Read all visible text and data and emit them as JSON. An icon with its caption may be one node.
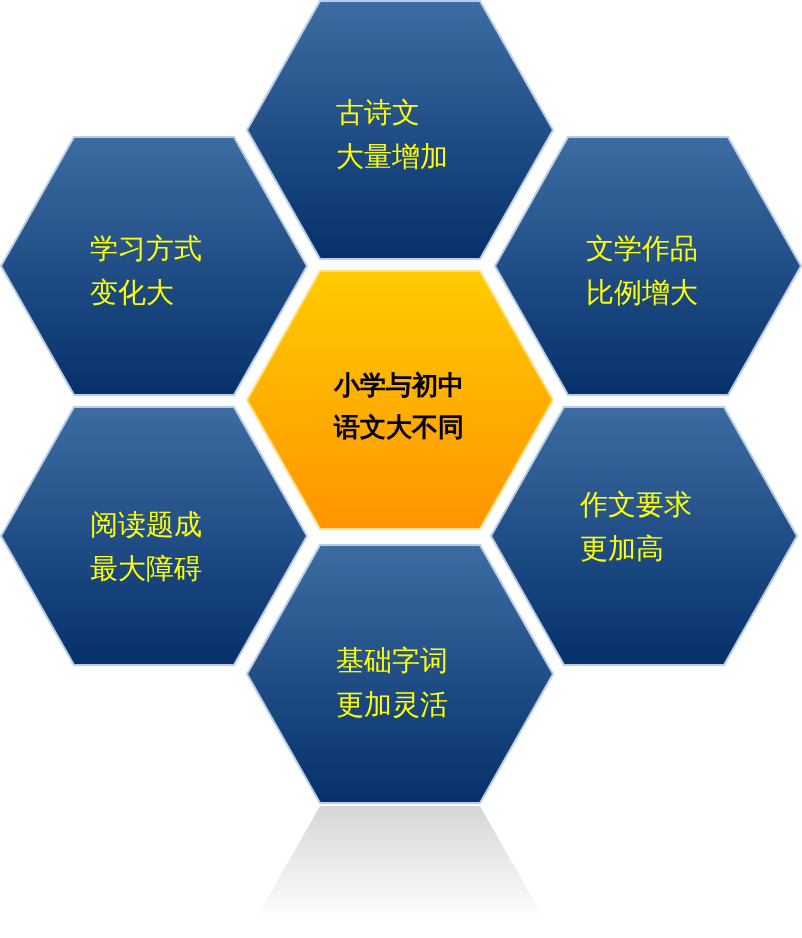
{
  "diagram": {
    "nodes": [
      {
        "text": [
          "古诗文大量增加"
        ]
      },
      {
        "text": [
          "学习方式变化大"
        ]
      },
      {
        "text": [
          "文学作品比例增大"
        ]
      },
      {
        "text": [
          "小学与初中语文大不同"
        ]
      },
      {
        "text": [
          "阅读题成最大障碍"
        ]
      },
      {
        "text": [
          "作文要求更加高"
        ]
      },
      {
        "text": [
          "基础字词更加灵活"
        ]
      },
      {
        "text": [],
        "shape": "reflection"
      }
    ]
  }
}
